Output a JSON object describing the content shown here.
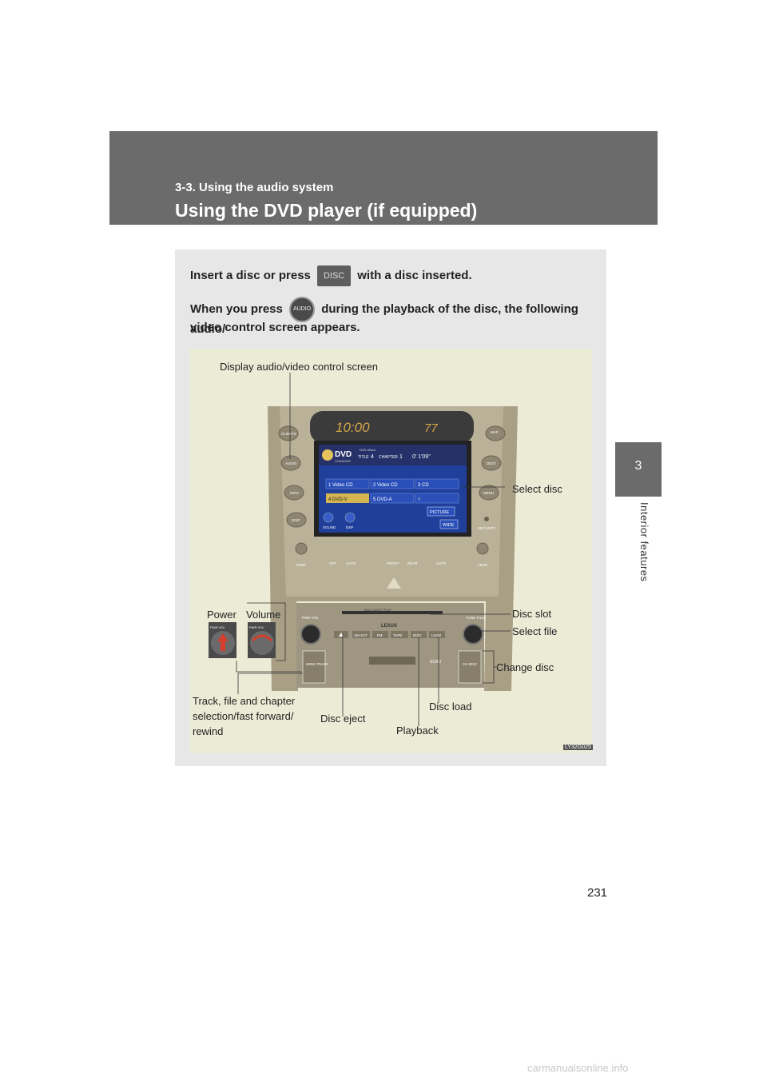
{
  "header": {
    "section": "3-3. Using the audio system",
    "title": "Using the DVD player (if equipped)"
  },
  "side_tab": {
    "number": "3",
    "text": "Interior features"
  },
  "instructions": {
    "line1_a": "Insert a disc or press",
    "line1_b": "with a disc inserted.",
    "line2_a": "When you press",
    "line2_b": "during the playback of the disc, the following audio/",
    "line3": "video control screen appears.",
    "disc_button": "DISC",
    "audio_button": "AUDIO"
  },
  "figure": {
    "callouts": {
      "display": "Display audio/video control screen",
      "select_disc": "Select disc",
      "power": "Power",
      "volume": "Volume",
      "disc_slot": "Disc slot",
      "select_file": "Select file",
      "change_disc": "Change disc",
      "track": [
        "Track, file and chapter",
        "selection/fast forward/",
        "rewind"
      ],
      "disc_load": "Disc load",
      "disc_eject": "Disc eject",
      "playback": "Playback"
    },
    "console": {
      "clock": "10:00",
      "temp": "77",
      "left_buttons": [
        "CLIMATE",
        "AUDIO",
        "INFO",
        "DISP"
      ],
      "right_buttons": [
        "MAP",
        "DEST",
        "MENU",
        "SECURITY"
      ],
      "dvd_logo": "DVD",
      "changer": "CHANGER",
      "dvd_video": "DVD-Video",
      "title_label": "TITLE",
      "title_num": "4",
      "chapter_label": "CHAPTER",
      "chapter_num": "1",
      "time": "0'  1'09\"",
      "discs": [
        "1 Video CD",
        "2 Video CD",
        "3 CD",
        "4 DVD-V",
        "5 DVD-A",
        "6"
      ],
      "sound": "SOUND",
      "dsp": "DSP",
      "picture": "PICTURE",
      "wide": "WIDE",
      "temp_left": "TEMP",
      "temp_right": "TEMP",
      "climate_row": [
        "OFF",
        "AUTO",
        "FRONT",
        "REAR",
        "AUTO"
      ],
      "multi_disc": "MULTI-DISC  PLAY",
      "lexus": "LEXUS",
      "pwr_vol": "PWR·VOL",
      "tune_file": "TUNE·FILE",
      "source_buttons": [
        "AM·SAT",
        "FM",
        "TAPE",
        "DISC",
        "LOAD"
      ],
      "seek": "SEEK TRACK",
      "scan": "SCAN",
      "ch_disc": "CH DISC",
      "knob_label": "PWR·VOL"
    },
    "code": "LY32G025"
  },
  "page_number": "231",
  "watermark": "carmanualsonline.info",
  "colors": {
    "header_bg": "#6b6b6b",
    "panel_bg": "#e7e7e7",
    "figure_bg": "#ecebd6",
    "console": "#a89f85"
  }
}
